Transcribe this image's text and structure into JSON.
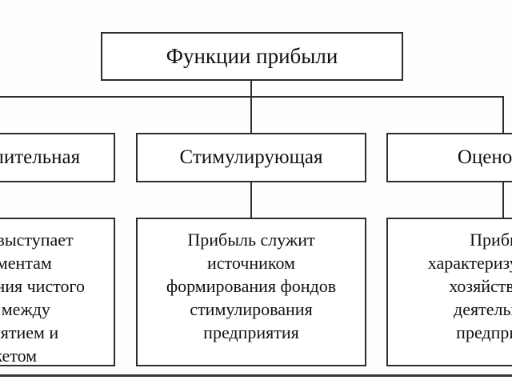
{
  "diagram": {
    "title": "Функции прибыли",
    "functions": [
      {
        "name": "Распределительная",
        "description": "Прибыль выступает\nинструментам\nраспределения чистого\nдохода между\nпредприятием и\nбюджетом"
      },
      {
        "name": "Стимулирующая",
        "description": "Прибыль служит\nисточником\nформирования фондов\nстимулирования\nпредприятия"
      },
      {
        "name": "Оценочная",
        "description": "Прибыль\nхарактеризует итоги\nхозяйственной\nдеятельности\nпредприятия"
      }
    ],
    "colors": {
      "border": "#2d2d2d",
      "text": "#111111",
      "background": "#ffffff"
    }
  }
}
